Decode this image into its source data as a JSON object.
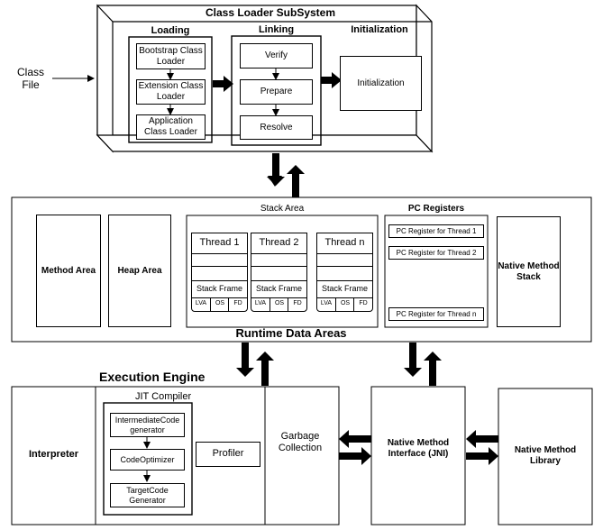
{
  "class_loader": {
    "title": "Class Loader SubSystem",
    "loading": {
      "label": "Loading",
      "items": [
        "Bootstrap Class Loader",
        "Extension Class Loader",
        "Application Class Loader"
      ]
    },
    "linking": {
      "label": "Linking",
      "items": [
        "Verify",
        "Prepare",
        "Resolve"
      ]
    },
    "initialization": {
      "label": "Initialization",
      "box": "Initialization"
    }
  },
  "class_file": "Class File",
  "runtime": {
    "title": "Runtime Data Areas",
    "method_area": "Method Area",
    "heap_area": "Heap Area",
    "stack_area": {
      "label": "Stack Area",
      "threads": [
        "Thread 1",
        "Thread 2",
        "Thread n"
      ],
      "stack_frame": "Stack Frame",
      "cells": [
        "LVA",
        "OS",
        "FD"
      ]
    },
    "pc_registers": {
      "label": "PC Registers",
      "items": [
        "PC Register for Thread 1",
        "PC Register for Thread 2",
        "PC Register for Thread n"
      ]
    },
    "native_method_stack": "Native Method Stack"
  },
  "execution": {
    "title": "Execution Engine",
    "interpreter": "Interpreter",
    "jit": {
      "label": "JIT Compiler",
      "items": [
        "IntermediateCode generator",
        "CodeOptimizer",
        "TargetCode Generator"
      ],
      "profiler": "Profiler"
    },
    "gc": "Garbage Collection"
  },
  "native_interface": "Native Method Interface (JNI)",
  "native_library": "Native Method Library"
}
